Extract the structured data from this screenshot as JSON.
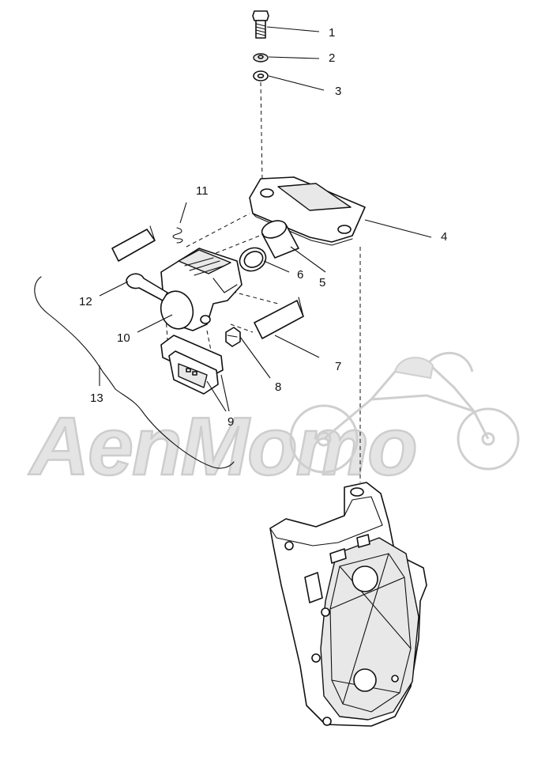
{
  "watermark": {
    "text": "AenMomo"
  },
  "callouts": [
    {
      "id": 1,
      "label": "1"
    },
    {
      "id": 2,
      "label": "2"
    },
    {
      "id": 3,
      "label": "3"
    },
    {
      "id": 4,
      "label": "4"
    },
    {
      "id": 5,
      "label": "5"
    },
    {
      "id": 6,
      "label": "6"
    },
    {
      "id": 7,
      "label": "7"
    },
    {
      "id": 8,
      "label": "8"
    },
    {
      "id": 9,
      "label": "9"
    },
    {
      "id": 10,
      "label": "10"
    },
    {
      "id": 11,
      "label": "11"
    },
    {
      "id": 12,
      "label": "12"
    },
    {
      "id": 13,
      "label": "13"
    }
  ],
  "colors": {
    "line": "#111111",
    "watermark": "#cfcfcf",
    "background": "#ffffff"
  }
}
